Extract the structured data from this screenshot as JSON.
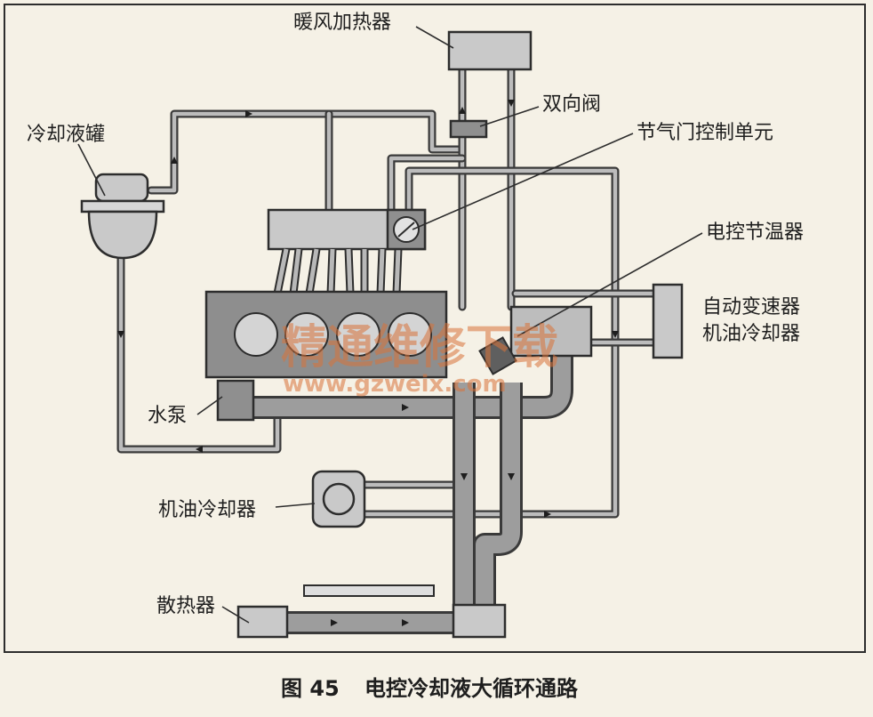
{
  "labels": {
    "heater": "暖风加热器",
    "two_way_valve": "双向阀",
    "coolant_tank": "冷却液罐",
    "throttle_unit": "节气门控制单元",
    "thermostat": "电控节温器",
    "atf_cooler_line1": "自动变速器",
    "atf_cooler_line2": "机油冷却器",
    "water_pump": "水泵",
    "oil_cooler": "机油冷却器",
    "radiator": "散热器"
  },
  "caption": {
    "figure_no": "图 45",
    "title": "电控冷却液大循环通路"
  },
  "watermark": {
    "cn": "精通维修下载",
    "url": "www.gzweix.com",
    "color": "#d9733a"
  },
  "colors": {
    "background": "#f5f1e6",
    "pipe": "#3a3a3a",
    "component": "#c9c9c9"
  }
}
